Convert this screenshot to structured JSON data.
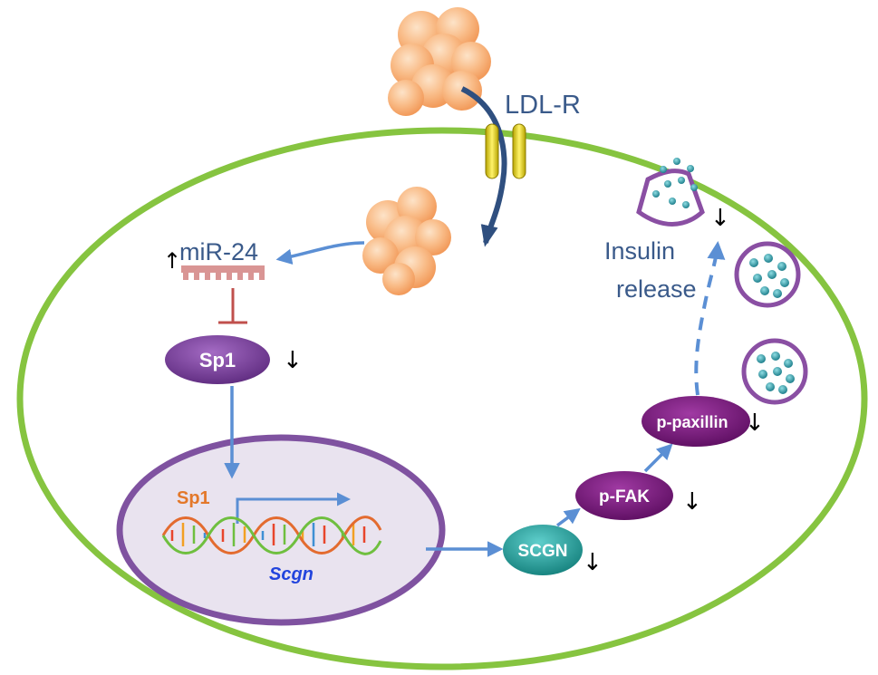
{
  "receptor": {
    "label": "LDL-R"
  },
  "mirna": {
    "label": "miR-24",
    "trend": "up"
  },
  "insulin": {
    "label_line1": "Insulin",
    "label_line2": "release"
  },
  "nodes": {
    "sp1_cytoplasm": {
      "label": "Sp1",
      "trend": "down"
    },
    "sp1_nucleus": {
      "label": "Sp1"
    },
    "gene": {
      "label": "Scgn"
    },
    "scgn": {
      "label": "SCGN",
      "trend": "down"
    },
    "pfak": {
      "label": "p-FAK",
      "trend": "down"
    },
    "ppaxillin": {
      "label": "p-paxillin",
      "trend": "down"
    }
  },
  "colors": {
    "cell_membrane": "#86c440",
    "nucleus_border": "#7f52a0",
    "nucleus_fill": "#e9e3ef",
    "ldl_particle": "#f7b27a",
    "receptor": "#2f4f7f",
    "channel": "#f5e11a",
    "flow_arrow": "#5b8fd4",
    "inhibition": "#c0504d",
    "mirna": "#d99594",
    "sp1": "#7a3e9d",
    "kinase": "#7d1580",
    "scgn": "#1fa5a0",
    "vesicle_border": "#8a4fa3",
    "granule": "#2e9aa6"
  }
}
